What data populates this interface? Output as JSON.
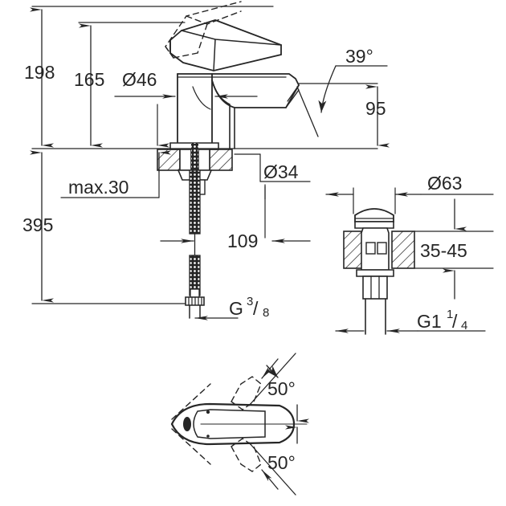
{
  "drawing": {
    "title": "Single-lever basin mixer dimensional drawing",
    "units": "mm",
    "line_color": "#262626",
    "background_color": "#ffffff",
    "views": [
      {
        "id": "elevation",
        "name": "front-elevation-view"
      },
      {
        "id": "drain",
        "name": "pop-up-waste-detail-view"
      },
      {
        "id": "plan",
        "name": "top-plan-swivel-view"
      }
    ]
  },
  "dimensions": {
    "height_overall": "198",
    "height_spout_top": "165",
    "spout_diameter": "Ø46",
    "spout_angle": "39°",
    "spout_projection_height": "95",
    "base_diameter": "Ø34",
    "deck_thickness_max": "max.30",
    "hose_length": "109",
    "total_below_deck": "395",
    "supply_thread": "G",
    "supply_thread_num": "3",
    "supply_thread_den": "8",
    "drain_flange_diameter": "Ø63",
    "drain_basin_thickness": "35-45",
    "drain_thread": "G1",
    "drain_thread_num": "1",
    "drain_thread_den": "4",
    "swivel_angle_upper": "50°",
    "swivel_angle_lower": "50°"
  }
}
